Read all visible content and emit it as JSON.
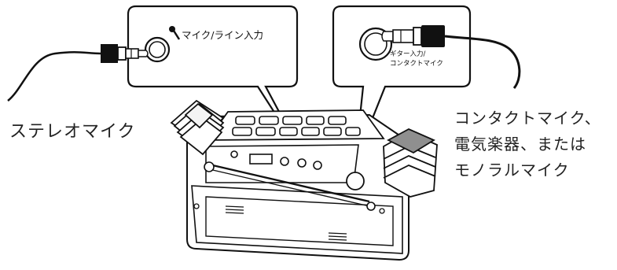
{
  "callout_left": {
    "label": "マイク/ライン入力"
  },
  "callout_right": {
    "label_line1": "ギター入力/",
    "label_line2": "コンタクトマイク"
  },
  "labels": {
    "stereo_mic": "ステレオマイク",
    "contact_line1": "コンタクトマイク、",
    "contact_line2": "電気楽器、または",
    "contact_line3": "モノラルマイク"
  }
}
